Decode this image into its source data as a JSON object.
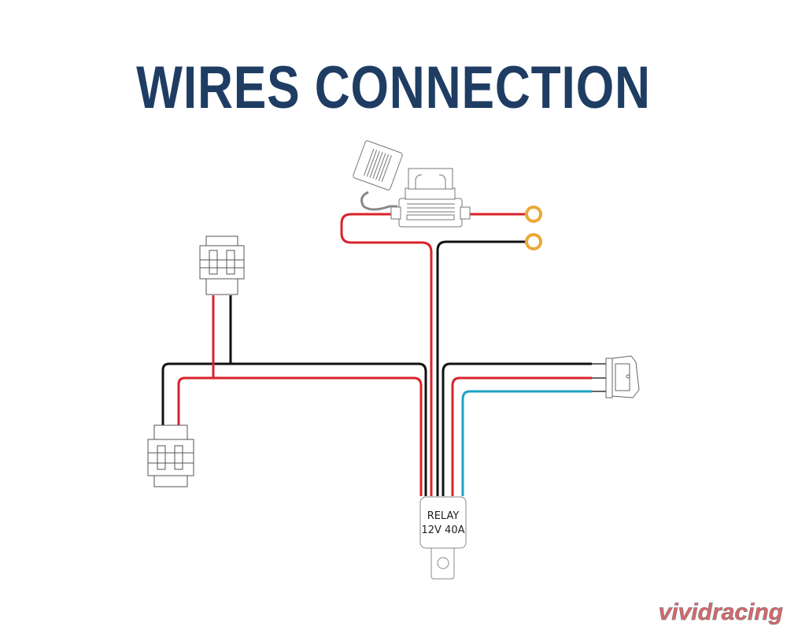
{
  "title": "WIRES CONNECTION",
  "relay": {
    "line1": "RELAY",
    "line2": "12V 40A"
  },
  "watermark": "vividracing",
  "colors": {
    "title": "#1f3d63",
    "red_wire": "#d8232a",
    "black_wire": "#111111",
    "blue_wire": "#1fa3c4",
    "ring_terminal": "#e8a93a"
  }
}
